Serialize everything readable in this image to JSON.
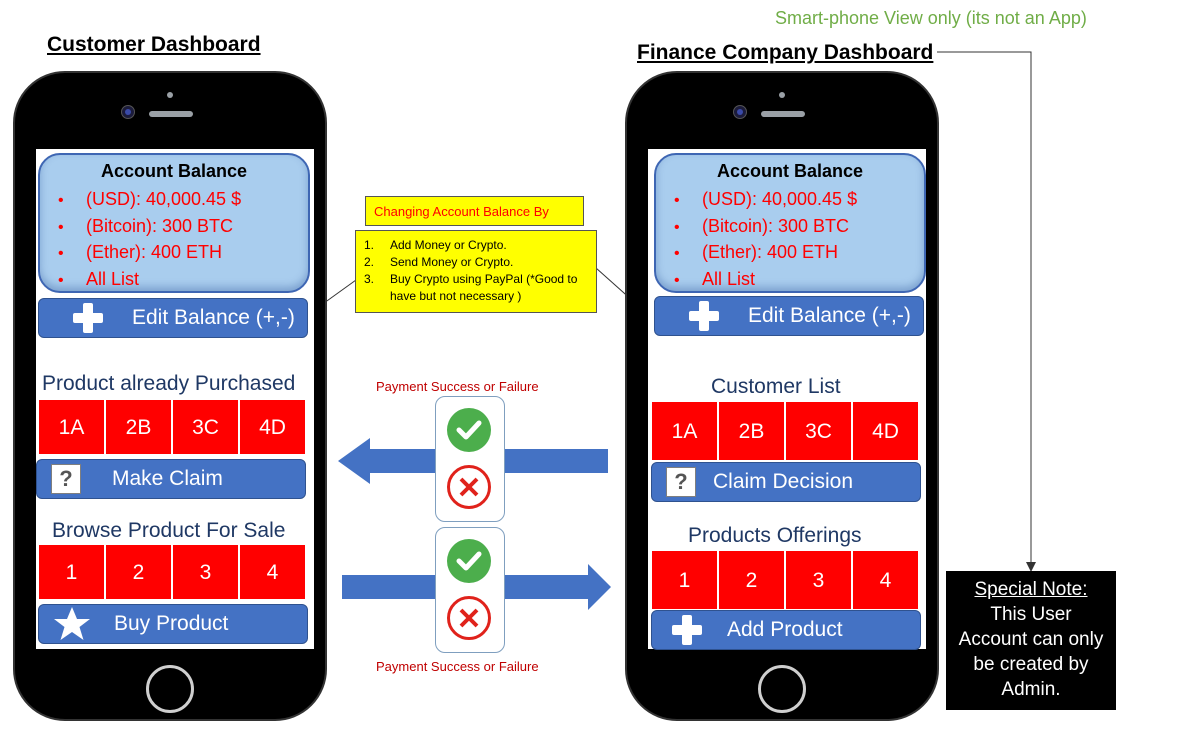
{
  "top_note": "Smart-phone View only (its not an App)",
  "customer": {
    "heading": "Customer Dashboard",
    "balance_title": "Account Balance",
    "balance_items": [
      "(USD): 40,000.45 $",
      "(Bitcoin): 300 BTC",
      "(Ether): 400 ETH",
      "All List"
    ],
    "edit_label": "Edit Balance (+,-)",
    "purchased_label": "Product already Purchased",
    "purchased_tiles": [
      "1A",
      "2B",
      "3C",
      "4D"
    ],
    "claim_label": "Make Claim",
    "browse_label": "Browse Product For Sale",
    "browse_tiles": [
      "1",
      "2",
      "3",
      "4"
    ],
    "buy_label": "Buy Product"
  },
  "finance": {
    "heading": "Finance Company Dashboard",
    "balance_title": "Account Balance",
    "balance_items": [
      "(USD): 40,000.45 $",
      "(Bitcoin): 300 BTC",
      "(Ether): 400 ETH",
      "All List"
    ],
    "edit_label": "Edit Balance (+,-)",
    "customer_list_label": "Customer List",
    "customer_tiles": [
      "1A",
      "2B",
      "3C",
      "4D"
    ],
    "claim_decision_label": "Claim Decision",
    "offerings_label": "Products Offerings",
    "offering_tiles": [
      "1",
      "2",
      "3",
      "4"
    ],
    "add_product_label": "Add Product"
  },
  "middle": {
    "changing_title": "Changing Account Balance By",
    "changing_items": [
      {
        "n": "1.",
        "text": "Add Money or Crypto."
      },
      {
        "n": "2.",
        "text": "Send Money or Crypto."
      },
      {
        "n": "3.",
        "text": "Buy Crypto using PayPal (*Good to have but not necessary )"
      }
    ],
    "payment_top": "Payment Success or Failure",
    "payment_bottom": "Payment Success or Failure"
  },
  "special_note": {
    "title": "Special Note:",
    "lines": [
      "This User",
      "Account can only",
      "be created by",
      "Admin."
    ]
  },
  "colors": {
    "tile": "#ff0000",
    "button": "#4472c4",
    "balance_bg": "#a9cdee",
    "heading_blue": "#1f3864",
    "arrow": "#4472c4",
    "note_green": "#70ad47"
  }
}
